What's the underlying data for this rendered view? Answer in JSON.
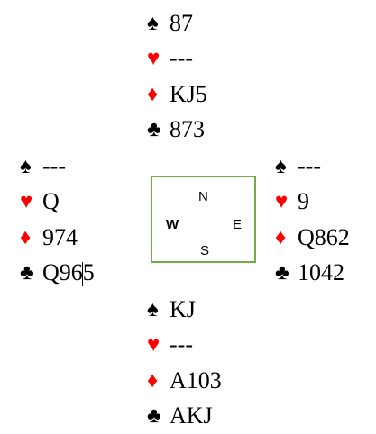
{
  "suit_symbols": {
    "spades": "♠",
    "hearts": "♥",
    "diamonds": "♦",
    "clubs": "♣"
  },
  "suit_colors": {
    "spades": "#000000",
    "hearts": "#ff0000",
    "diamonds": "#ff0000",
    "clubs": "#000000"
  },
  "frame_color": "#70ad47",
  "hands": {
    "north": {
      "spades": "87",
      "hearts": "---",
      "diamonds": "KJ5",
      "clubs": "873"
    },
    "west": {
      "spades": "---",
      "hearts": "Q",
      "diamonds": "974",
      "clubs": "Q965"
    },
    "east": {
      "spades": "---",
      "hearts": "9",
      "diamonds": "Q862",
      "clubs": "1042"
    },
    "south": {
      "spades": "KJ",
      "hearts": "---",
      "diamonds": "A103",
      "clubs": "AKJ"
    }
  },
  "compass": {
    "north": "N",
    "south": "S",
    "east": "E",
    "west": "W"
  }
}
